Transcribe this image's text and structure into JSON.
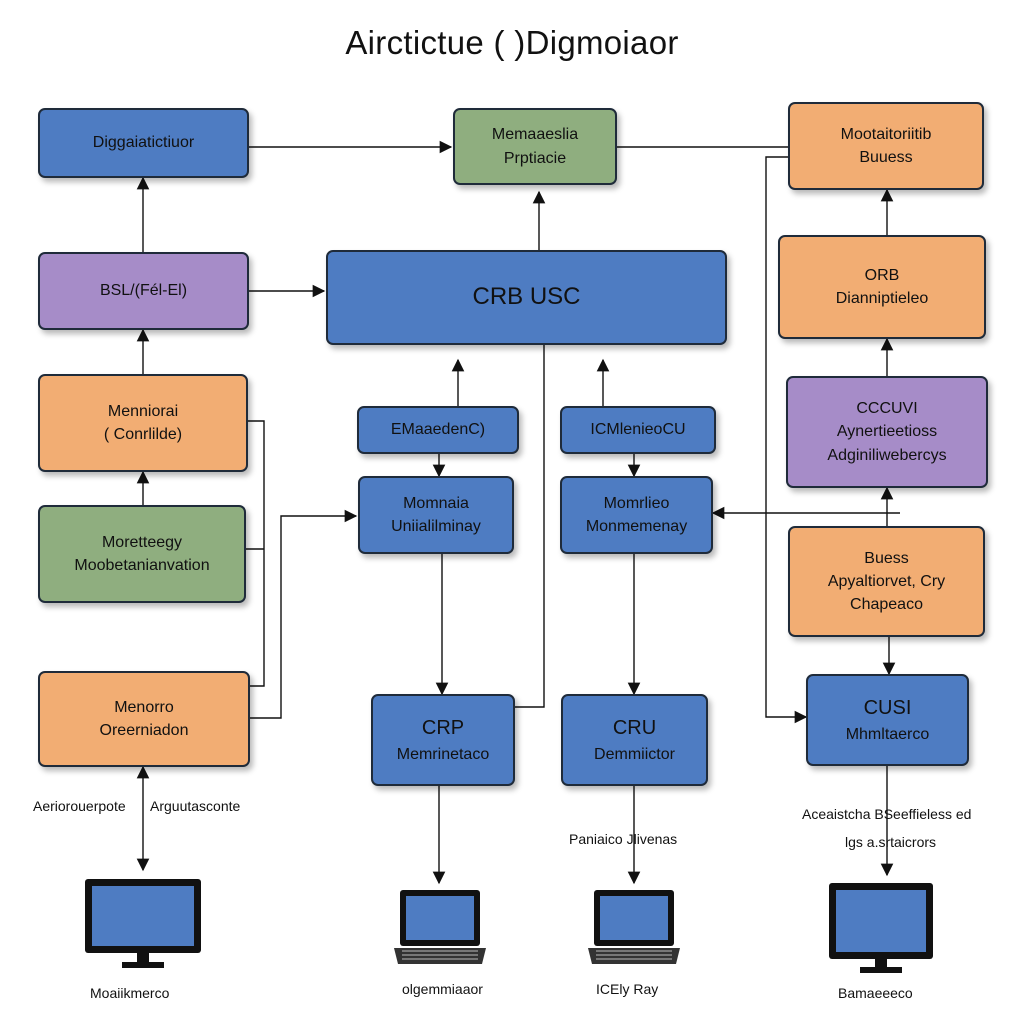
{
  "title": "Airctictue ( )Digmoiaor",
  "nodes": {
    "top_left": {
      "lines": [
        "Diggaiatictiuor"
      ],
      "color": "#4e7cc2"
    },
    "top_center": {
      "lines": [
        "Memaaeslia",
        "Prptiacie"
      ],
      "color": "#8fae7f"
    },
    "top_right": {
      "lines": [
        "Mootaitoriitib",
        "Buuess"
      ],
      "color": "#f2ad73"
    },
    "left_2": {
      "lines": [
        "BSL/(Fél-El)"
      ],
      "color": "#a68cc8"
    },
    "center_main": {
      "lines": [
        "CRB USC"
      ],
      "color": "#4e7cc2"
    },
    "right_2": {
      "lines": [
        "ORB",
        "Dianniptieleo"
      ],
      "color": "#f2ad73"
    },
    "left_3": {
      "lines": [
        "Menniorai",
        "( Conrlilde)"
      ],
      "color": "#f2ad73"
    },
    "mid_l1": {
      "lines": [
        "EMaaedenC)"
      ],
      "color": "#4e7cc2"
    },
    "mid_r1": {
      "lines": [
        "ICMlenieoCU"
      ],
      "color": "#4e7cc2"
    },
    "right_3": {
      "lines": [
        "CCCUVI",
        "Aynertieetioss",
        "Adginiliwebercys"
      ],
      "color": "#a68cc8"
    },
    "left_4": {
      "lines": [
        "Moretteegy",
        "Moobetanianvation"
      ],
      "color": "#8fae7f"
    },
    "mid_l2": {
      "lines": [
        "Momnaia",
        "Uniialilminay"
      ],
      "color": "#4e7cc2"
    },
    "mid_r2": {
      "lines": [
        "Momrlieo",
        "Monmemenay"
      ],
      "color": "#4e7cc2"
    },
    "right_4": {
      "lines": [
        "Buess",
        "Apyaltiorvet, Cry",
        "Chapeaco"
      ],
      "color": "#f2ad73"
    },
    "left_5": {
      "lines": [
        "Menorro",
        "Oreerniadon"
      ],
      "color": "#f2ad73"
    },
    "mid_l3": {
      "lines": [
        "CRP",
        "Memrinetaco"
      ],
      "color": "#4e7cc2"
    },
    "mid_r3": {
      "lines": [
        "CRU",
        "Demmiictor"
      ],
      "color": "#4e7cc2"
    },
    "right_5": {
      "lines": [
        "CUSI",
        "Mhmltaerco"
      ],
      "color": "#4e7cc2"
    }
  },
  "captions": {
    "left_a": "Aeriorouerpote",
    "left_b": "Arguutasconte",
    "center": "Paniaico Jlivenas",
    "right_1": "Aceaistcha BSeeffieless ed",
    "right_2": "lgs a.srtaicrors"
  },
  "devices": [
    {
      "icon": "monitor-icon",
      "label": "Moaiikmerco"
    },
    {
      "icon": "laptop-icon",
      "label": "olgemmiaaor"
    },
    {
      "icon": "laptop-icon",
      "label": "ICEly Ray"
    },
    {
      "icon": "monitor-icon",
      "label": "Bamaeeeco"
    }
  ]
}
